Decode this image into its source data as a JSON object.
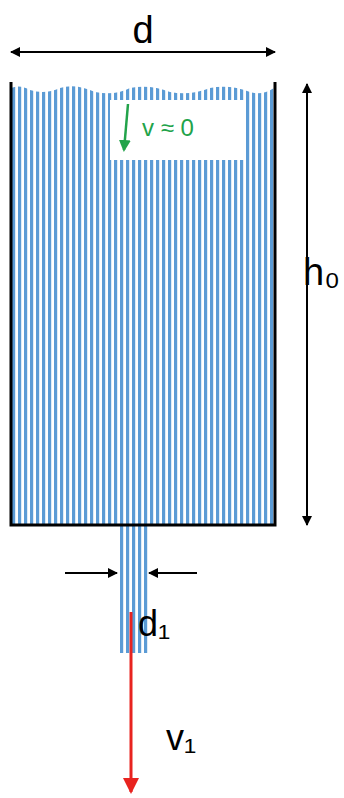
{
  "diagram": {
    "labels": [
      "d",
      "h₀",
      "v ≈ 0",
      "d₁",
      "v₁"
    ]
  }
}
